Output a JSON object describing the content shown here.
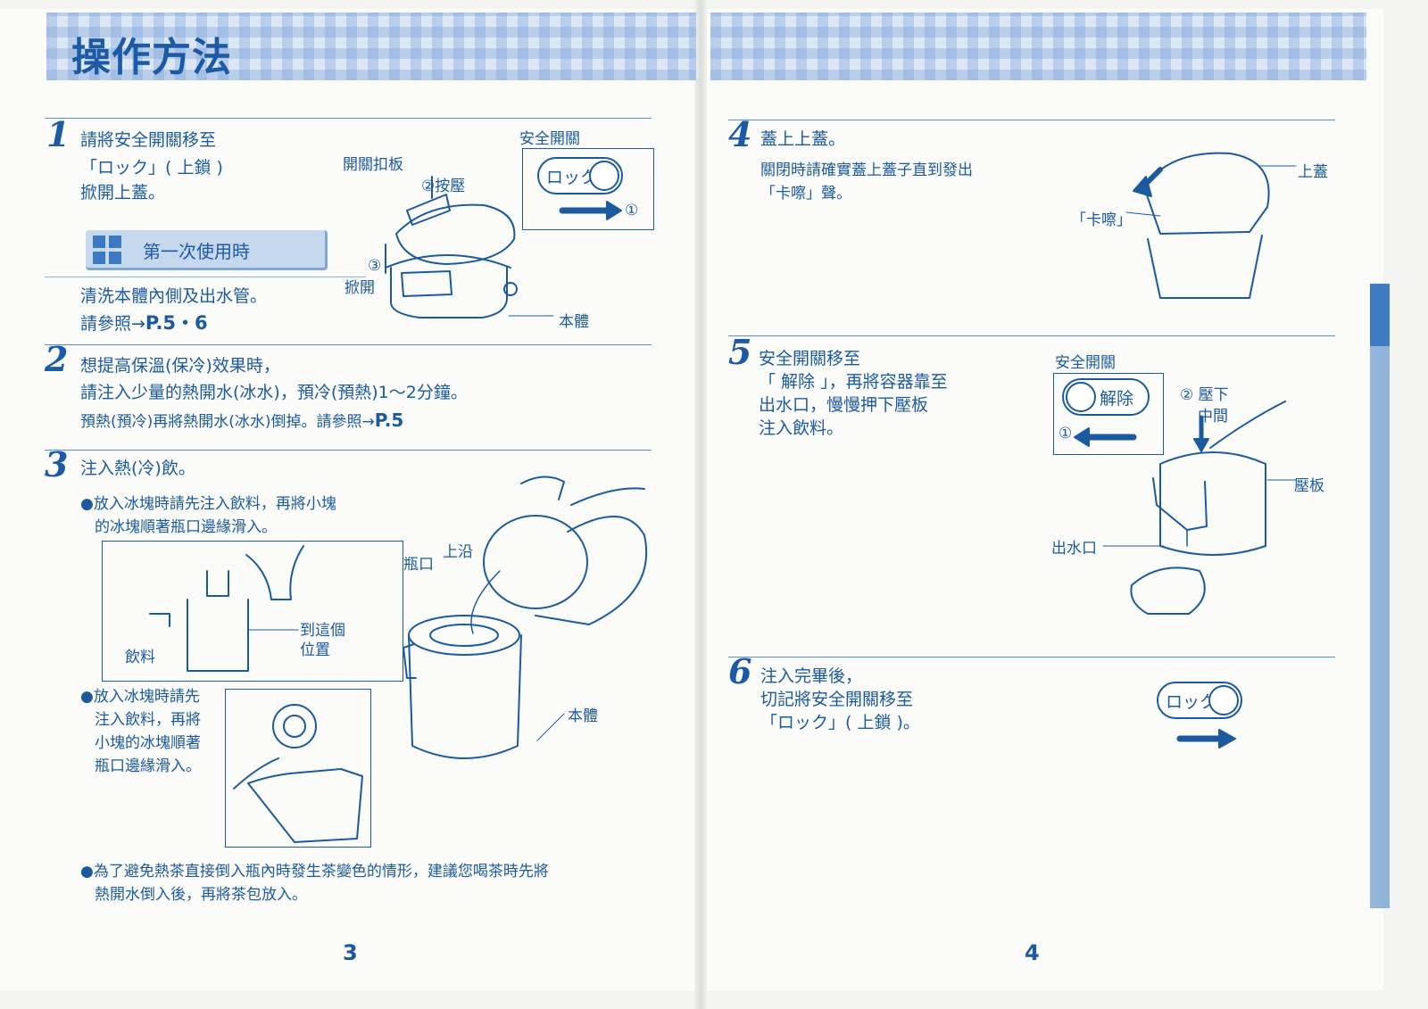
{
  "page_title": "操作方法",
  "step1": {
    "number": "1",
    "line1": "請將安全開關移至",
    "line2": "「ロック」( 上鎖 )",
    "line3": "掀開上蓋。",
    "first_use_title": "第一次使用時",
    "wash_text": "清洗本體內側及出水管。",
    "ref_text": "請參照→",
    "ref_page": "P.5・6",
    "labels": {
      "switch_title": "安全開關",
      "lock_pill": "ロック",
      "circle_1": "①",
      "latch": "開關扣板",
      "press": "②按壓",
      "open_num": "③",
      "open": "掀開",
      "body": "本體"
    }
  },
  "step2": {
    "number": "2",
    "line1": "想提高保溫(保冷)效果時，",
    "line2": "請注入少量的熱開水(冰水)，預冷(預熱)1～2分鐘。",
    "line3_prefix": "預熱(預冷)再將熱開水(冰水)倒掉。請參照→",
    "line3_ref": "P.5"
  },
  "step3": {
    "number": "3",
    "line1": "注入熱(冷)飲。",
    "bullet1_line1": "●放入冰塊時請先注入飲料，再將小塊",
    "bullet1_line2": "的冰塊順著瓶口邊緣滑入。",
    "to_here_1": "到這個",
    "to_here_2": "位置",
    "drink": "飲料",
    "mouth": "瓶口",
    "rim": "上沿",
    "body": "本體",
    "bullet2_line1": "●放入冰塊時請先",
    "bullet2_line2": "注入飲料，再將",
    "bullet2_line3": "小塊的冰塊順著",
    "bullet2_line4": "瓶口邊緣滑入。",
    "bullet3_line1": "●為了避免熱茶直接倒入瓶內時發生茶變色的情形，建議您喝茶時先將",
    "bullet3_line2": "熱開水倒入後，再將茶包放入。"
  },
  "step4": {
    "number": "4",
    "line1": "蓋上上蓋。",
    "line2": "關閉時請確實蓋上蓋子直到發出",
    "line3": "「卡嚓」聲。",
    "label_lid": "上蓋",
    "label_click": "「卡嚓」"
  },
  "step5": {
    "number": "5",
    "line1": "安全開關移至",
    "line2": "「 解除 」，再將容器靠至",
    "line3": "出水口，慢慢押下壓板",
    "line4": "注入飲料。",
    "switch_title": "安全開關",
    "release_pill": "解除",
    "circle_1": "①",
    "press_down_1": "② 壓下",
    "press_down_2": "中間",
    "plate": "壓板",
    "outlet": "出水口"
  },
  "step6": {
    "number": "6",
    "line1": "注入完畢後，",
    "line2": "切記將安全開關移至",
    "line3": "「ロック」( 上鎖 )。",
    "lock_pill": "ロック"
  },
  "page_numbers": {
    "left": "3",
    "right": "4"
  },
  "colors": {
    "ink": "#1c5aa0",
    "band": "#dbe7f5",
    "accent": "#3e7bc2"
  }
}
